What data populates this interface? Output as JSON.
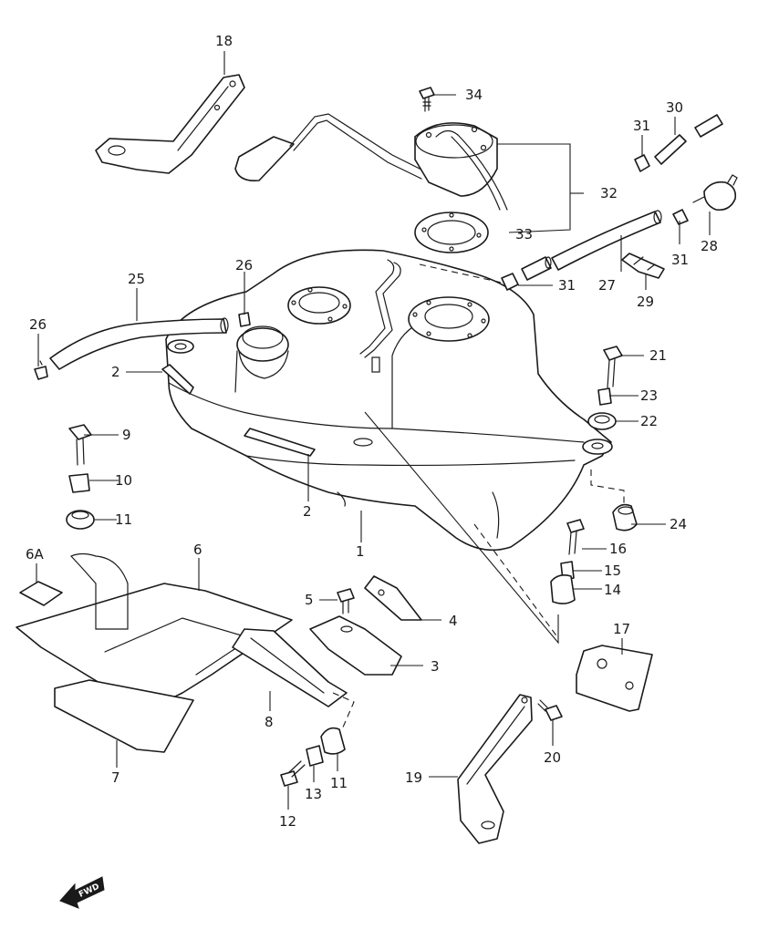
{
  "colors": {
    "line": "#1a1a1a",
    "background": "#ffffff"
  },
  "callouts": {
    "c1": "1",
    "c2a": "2",
    "c2b": "2",
    "c3": "3",
    "c4": "4",
    "c5": "5",
    "c6": "6",
    "c6a": "6A",
    "c7": "7",
    "c8": "8",
    "c9": "9",
    "c10": "10",
    "c11a": "11",
    "c11b": "11",
    "c12": "12",
    "c13": "13",
    "c14": "14",
    "c15": "15",
    "c16": "16",
    "c17": "17",
    "c18": "18",
    "c19": "19",
    "c20": "20",
    "c21": "21",
    "c22": "22",
    "c23": "23",
    "c24": "24",
    "c25": "25",
    "c26a": "26",
    "c26b": "26",
    "c27": "27",
    "c28": "28",
    "c29": "29",
    "c30": "30",
    "c31a": "31",
    "c31b": "31",
    "c31c": "31",
    "c32": "32",
    "c33": "33",
    "c34": "34"
  },
  "fwd_label": "FWD"
}
